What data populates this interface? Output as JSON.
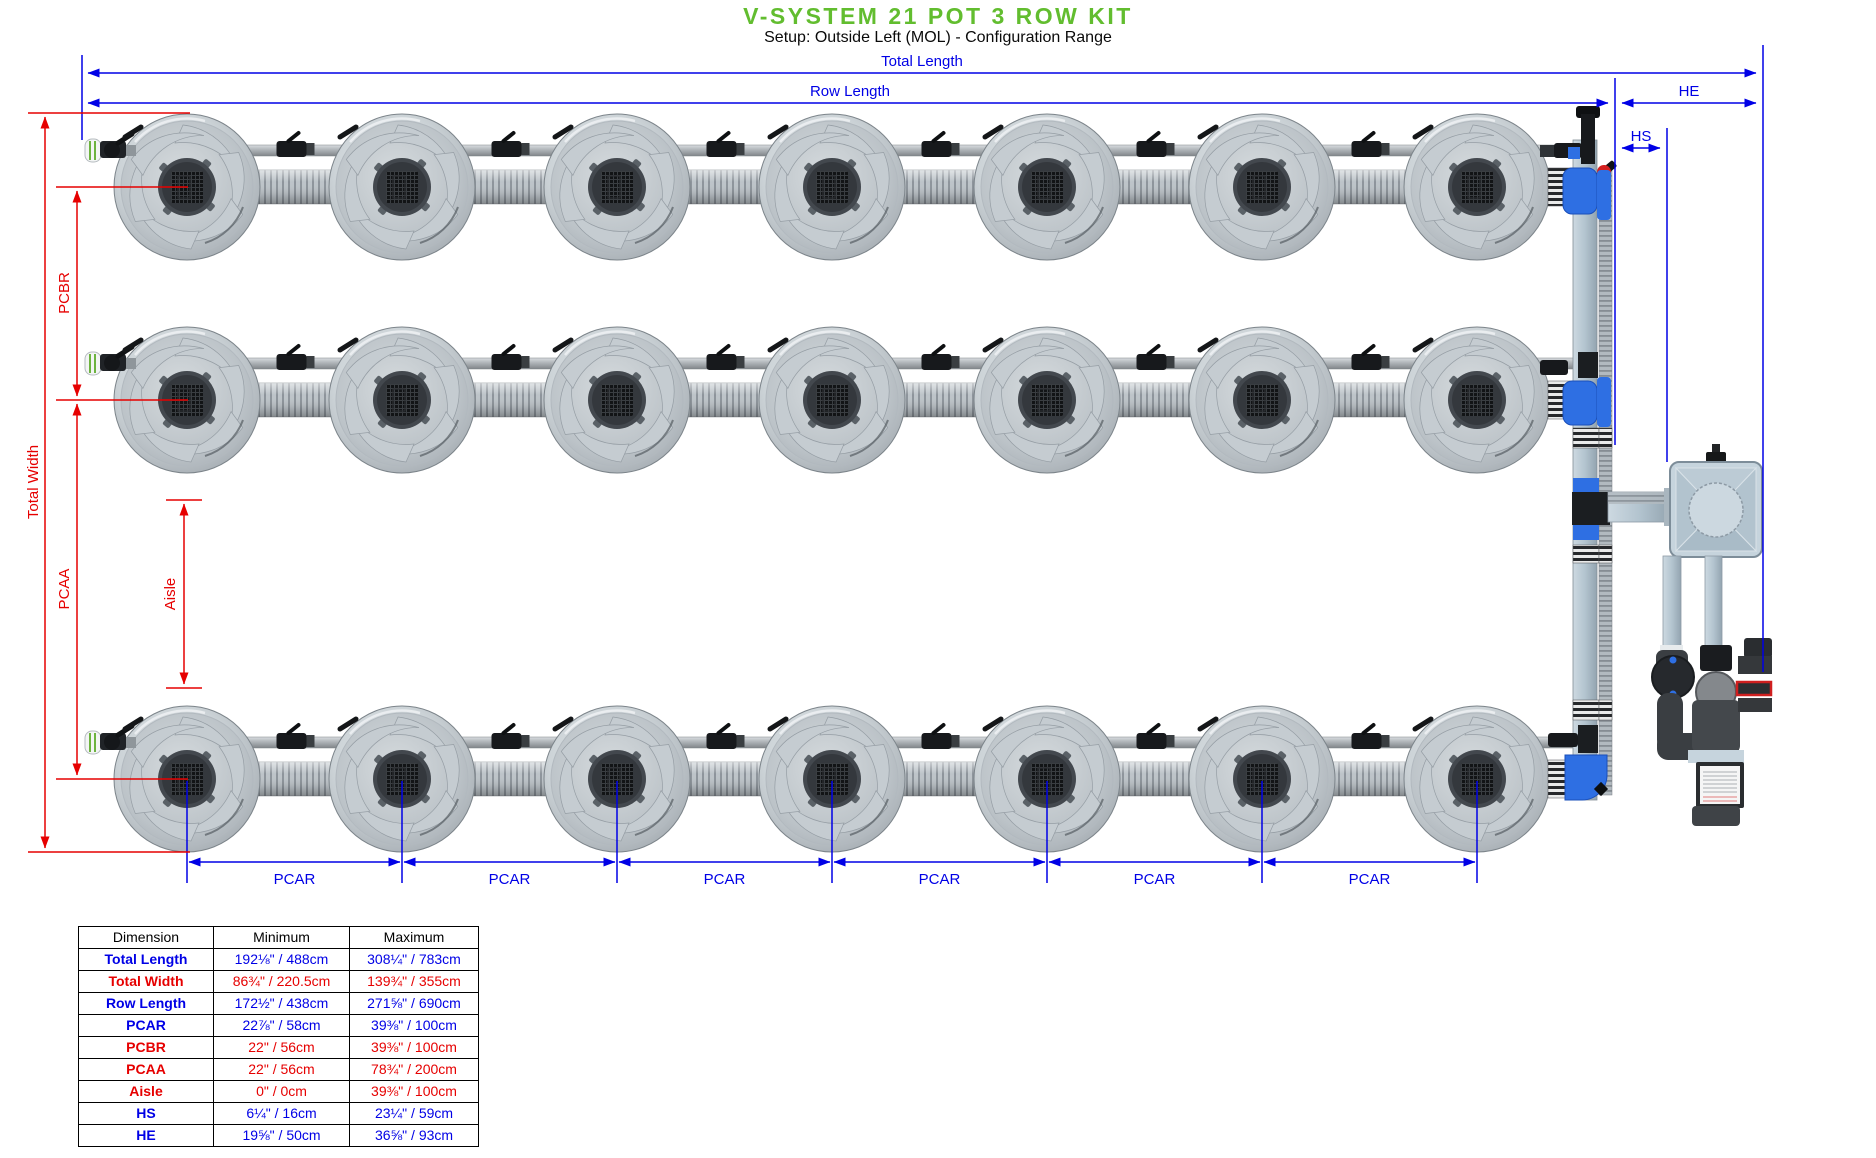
{
  "title": "V-SYSTEM 21 POT 3 ROW KIT",
  "subtitle": "Setup: Outside Left (MOL) - Configuration Range",
  "colors": {
    "title_green": "#62bd2f",
    "dimension_blue": "#0000e6",
    "dimension_red": "#e60000",
    "fitting_blue": "#2e6fe3"
  },
  "labels": {
    "total_length": "Total Length",
    "row_length": "Row Length",
    "he": "HE",
    "hs": "HS",
    "pcbr": "PCBR",
    "pcaa": "PCAA",
    "total_width": "Total Width",
    "aisle": "Aisle",
    "pcar": "PCAR"
  },
  "diagram": {
    "rows": 3,
    "pots_per_row": 7,
    "pcar_segments": 6
  },
  "table": {
    "headers": [
      "Dimension",
      "Minimum",
      "Maximum"
    ],
    "rows": [
      {
        "dimension": "Total Length",
        "min": "192⅛\" / 488cm",
        "max": "308¼\" / 783cm",
        "color": "blue"
      },
      {
        "dimension": "Total Width",
        "min": "86¾\" / 220.5cm",
        "max": "139¾\" / 355cm",
        "color": "red"
      },
      {
        "dimension": "Row Length",
        "min": "172½\" / 438cm",
        "max": "271⅝\" / 690cm",
        "color": "blue"
      },
      {
        "dimension": "PCAR",
        "min": "22⅞\" / 58cm",
        "max": "39⅜\" / 100cm",
        "color": "blue"
      },
      {
        "dimension": "PCBR",
        "min": "22\" / 56cm",
        "max": "39⅜\" / 100cm",
        "color": "red"
      },
      {
        "dimension": "PCAA",
        "min": "22\" / 56cm",
        "max": "78¾\" / 200cm",
        "color": "red"
      },
      {
        "dimension": "Aisle",
        "min": "0\" / 0cm",
        "max": "39⅜\" / 100cm",
        "color": "red"
      },
      {
        "dimension": "HS",
        "min": "6¼\" / 16cm",
        "max": "23¼\" / 59cm",
        "color": "blue"
      },
      {
        "dimension": "HE",
        "min": "19⅝\" / 50cm",
        "max": "36⅝\" / 93cm",
        "color": "blue"
      }
    ]
  }
}
